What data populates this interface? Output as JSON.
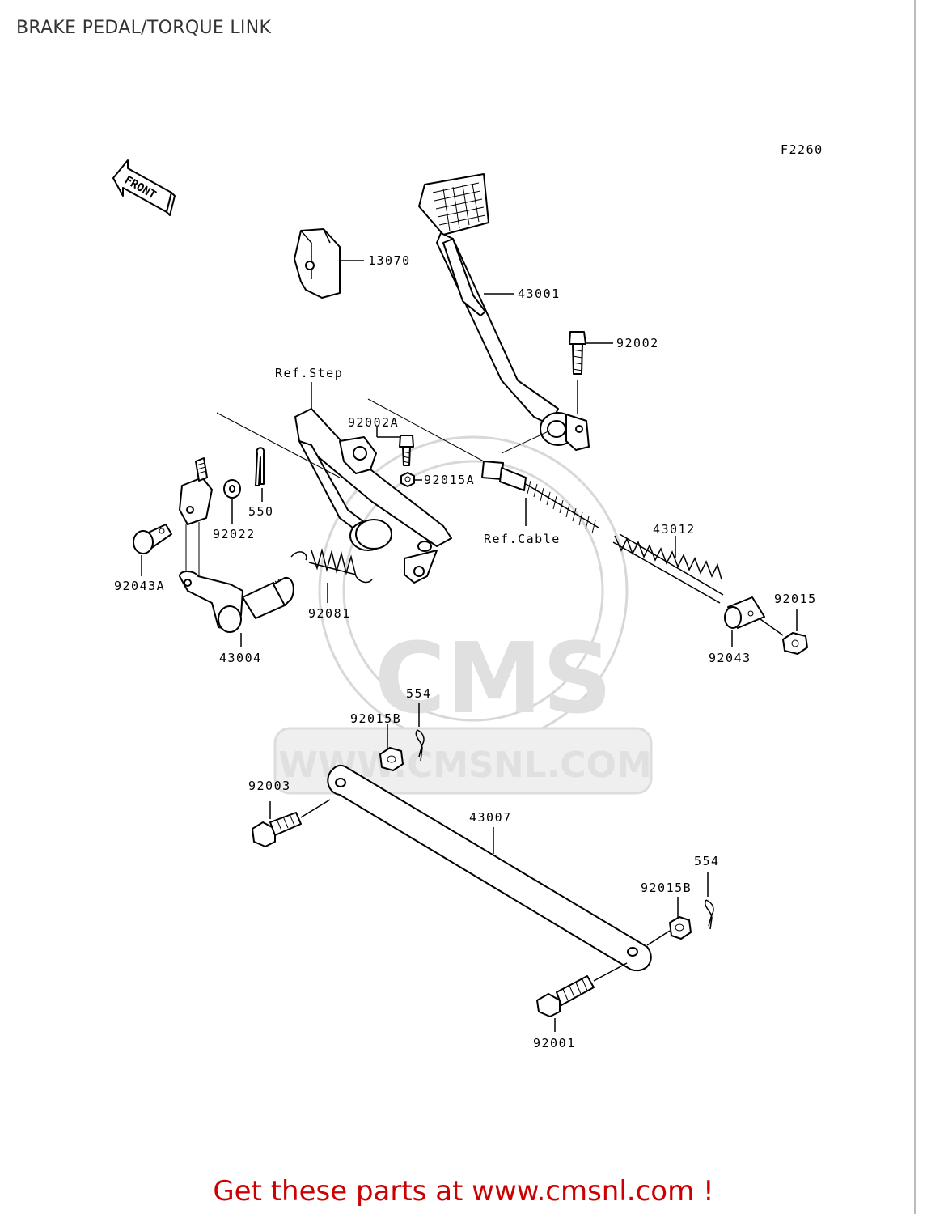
{
  "page_title": "BRAKE PEDAL/TORQUE LINK",
  "figure_code": "F2260",
  "front_label": "FRONT",
  "footer_text": "Get these parts at www.cmsnl.com !",
  "watermark": {
    "brand": "CMS",
    "url": "WWW.CMSNL.COM"
  },
  "callouts": {
    "p13070": "13070",
    "p43001": "43001",
    "p92002": "92002",
    "ref_step": "Ref.Step",
    "p92002a": "92002A",
    "p92015a": "92015A",
    "p550": "550",
    "p92022": "92022",
    "p92043a": "92043A",
    "ref_cable": "Ref.Cable",
    "p43012": "43012",
    "p92015": "92015",
    "p92043": "92043",
    "p92081": "92081",
    "p43004": "43004",
    "p554_top": "554",
    "p92015b_top": "92015B",
    "p92003": "92003",
    "p43007": "43007",
    "p554_bottom": "554",
    "p92015b_bottom": "92015B",
    "p92001": "92001"
  }
}
